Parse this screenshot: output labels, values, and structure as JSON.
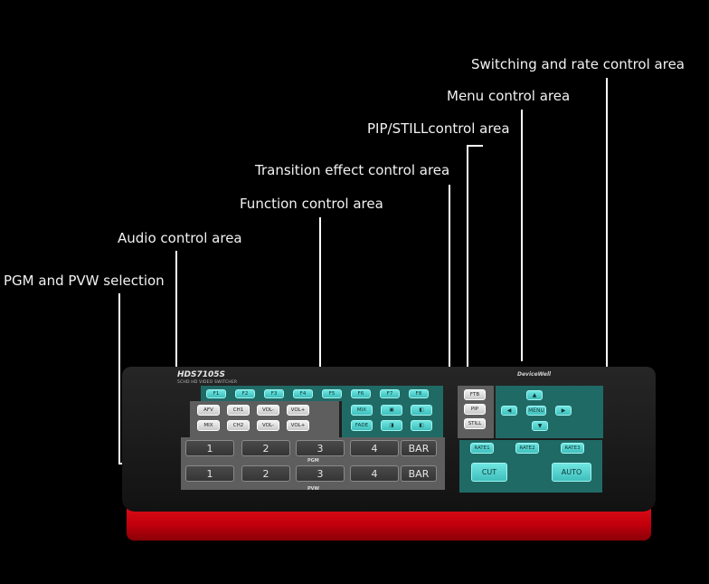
{
  "callouts": {
    "switching": "Switching and rate control area",
    "menu": "Menu control area",
    "pip": "PIP/STILLcontrol area",
    "transition": "Transition effect control area",
    "function": "Function control area",
    "audio": "Audio control area",
    "pgm_pvw": "PGM and PVW selection"
  },
  "device": {
    "model": "HDS7105S",
    "subtitle": "5CHD HD VIDEO SWITCHER",
    "logo": "DeviceWell",
    "accent_color": "#206a66",
    "base_color": "#d40812"
  },
  "function_keys": [
    "F1",
    "F2",
    "F3",
    "F4",
    "F5",
    "F6",
    "F7",
    "F8"
  ],
  "audio_keys": [
    "AFV",
    "CH1",
    "VOL-",
    "VOL+",
    "MIX",
    "CH2",
    "VOL-",
    "VOL+"
  ],
  "transition_keys": [
    "MIX",
    "▣",
    "◧",
    "FADE",
    "◨",
    "◧"
  ],
  "pip_keys": [
    "FTB",
    "PIP",
    "STILL"
  ],
  "menu_keys": {
    "up": "▲",
    "left": "◀",
    "menu": "MENU",
    "right": "▶",
    "down": "▼"
  },
  "pgm_keys": [
    "1",
    "2",
    "3",
    "4",
    "BAR"
  ],
  "pvw_keys": [
    "1",
    "2",
    "3",
    "4",
    "BAR"
  ],
  "pgm_label": "PGM",
  "pvw_label": "PVW",
  "rate_keys": [
    "RATE1",
    "RATE2",
    "RATE3"
  ],
  "cut_label": "CUT",
  "auto_label": "AUTO"
}
